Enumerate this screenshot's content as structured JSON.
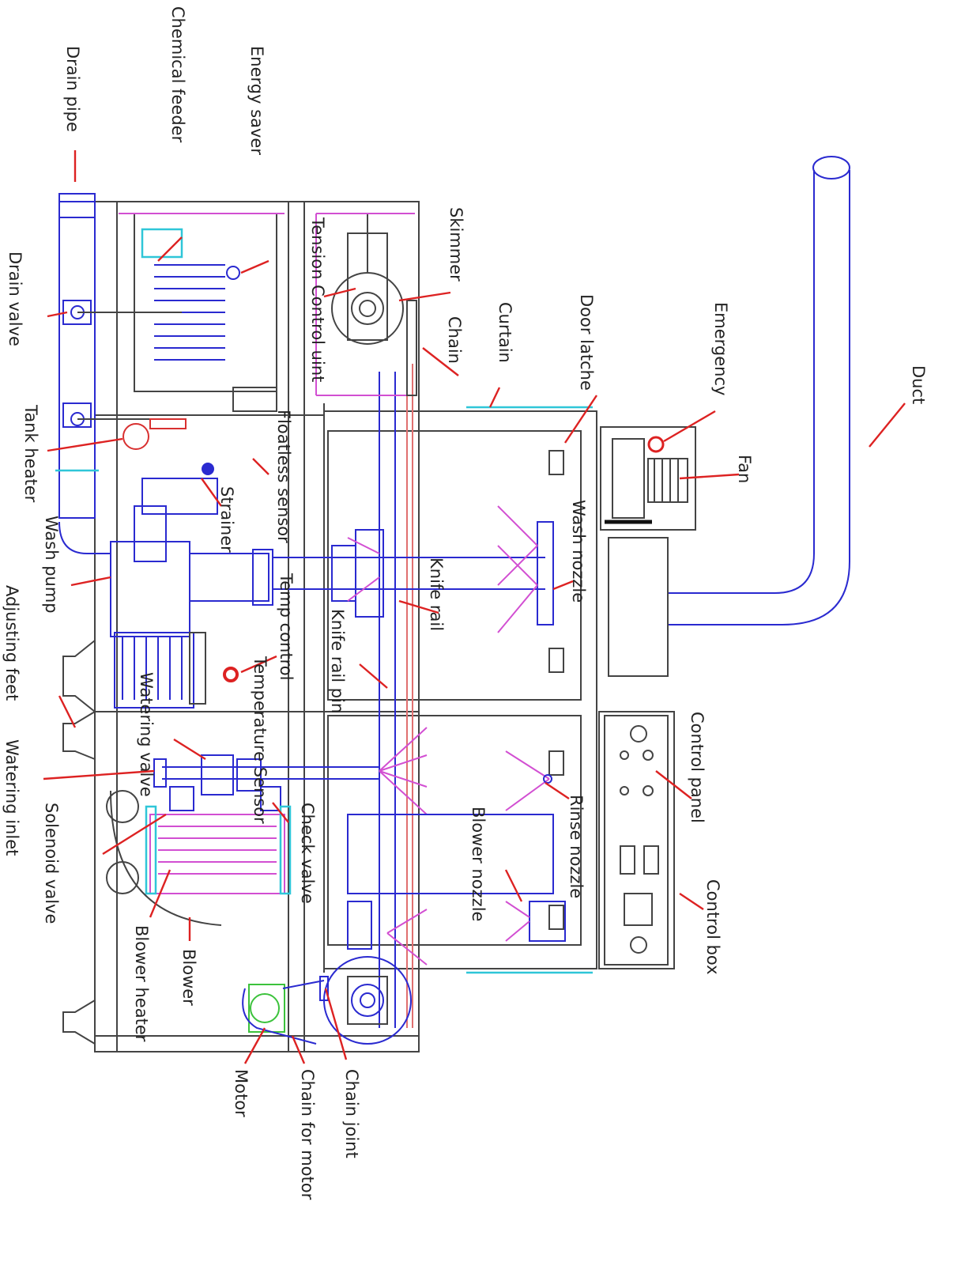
{
  "labels": {
    "duct": "Duct",
    "emergency": "Emergency",
    "fan": "Fan",
    "door_latche": "Door latche",
    "curtain": "Curtain",
    "chain": "Chain",
    "skimmer": "Skimmer",
    "tension_control": "Tension Control uint",
    "energy_saver": "Energy saver",
    "chemical_feeder": "Chemical feeder",
    "drain_pipe": "Drain pipe",
    "drain_valve": "Drain valve",
    "tank_heater": "Tank heater",
    "floatless_sensor": "Floatless sensor",
    "strainer": "Strainer",
    "wash_pump": "Wash pump",
    "adjusting_feet": "Adjusting feet",
    "watering_valve": "Watering valve",
    "watering_inlet": "Watering inlet",
    "solenoid_valve": "Solenoid valve",
    "wash_nozzle": "Wash nozzle",
    "knife_rail": "Knife rail",
    "knife_rail_pin": "Knife rail pin",
    "temp_control": "Temp control",
    "temperature_sensor": "Temperature Sensor",
    "check_valve": "Check valve",
    "control_panel": "Control panel",
    "control_box": "Control box",
    "rinse_nozzle": "Rinse nozzle",
    "blower_nozzle": "Blower nozzle",
    "blower": "Blower",
    "blower_heater": "Blower heater",
    "motor": "Motor",
    "chain_for_motor": "Chain for motor",
    "chain_joint": "Chain joint"
  },
  "colors": {
    "outline": "#444444",
    "piping_blue": "#2a2ad0",
    "spray_magenta": "#d24fd2",
    "callout_red": "#d22222",
    "curtain_cyan": "#2fc6d8",
    "sensor_green": "#3cc23c"
  }
}
